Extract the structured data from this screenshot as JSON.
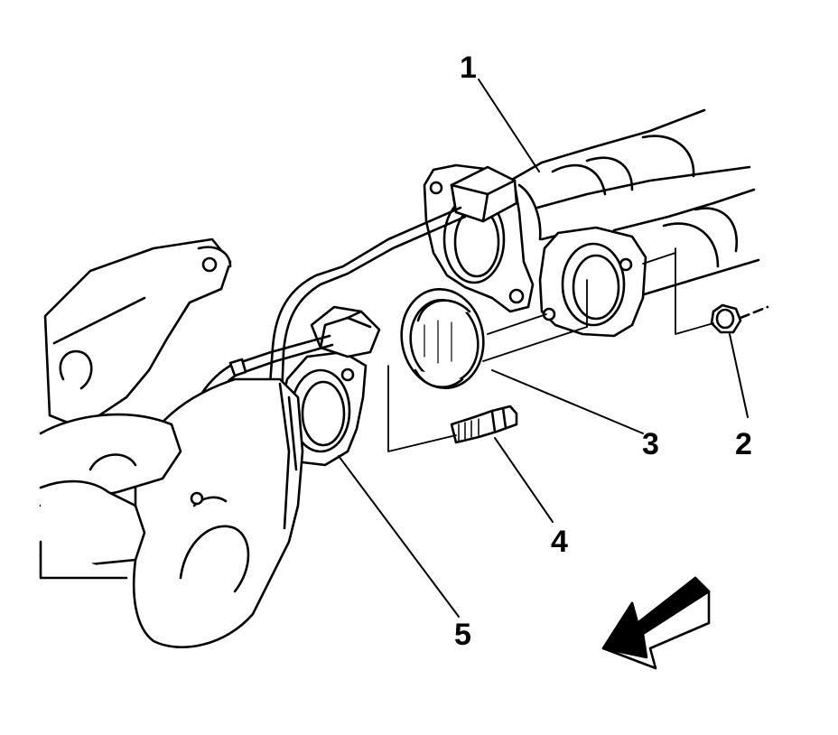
{
  "callouts": {
    "c1": "1",
    "c2": "2",
    "c3": "3",
    "c4": "4",
    "c5": "5"
  },
  "colors": {
    "line": "#000000",
    "fill": "#ffffff",
    "arrow_shade": "#000000"
  }
}
